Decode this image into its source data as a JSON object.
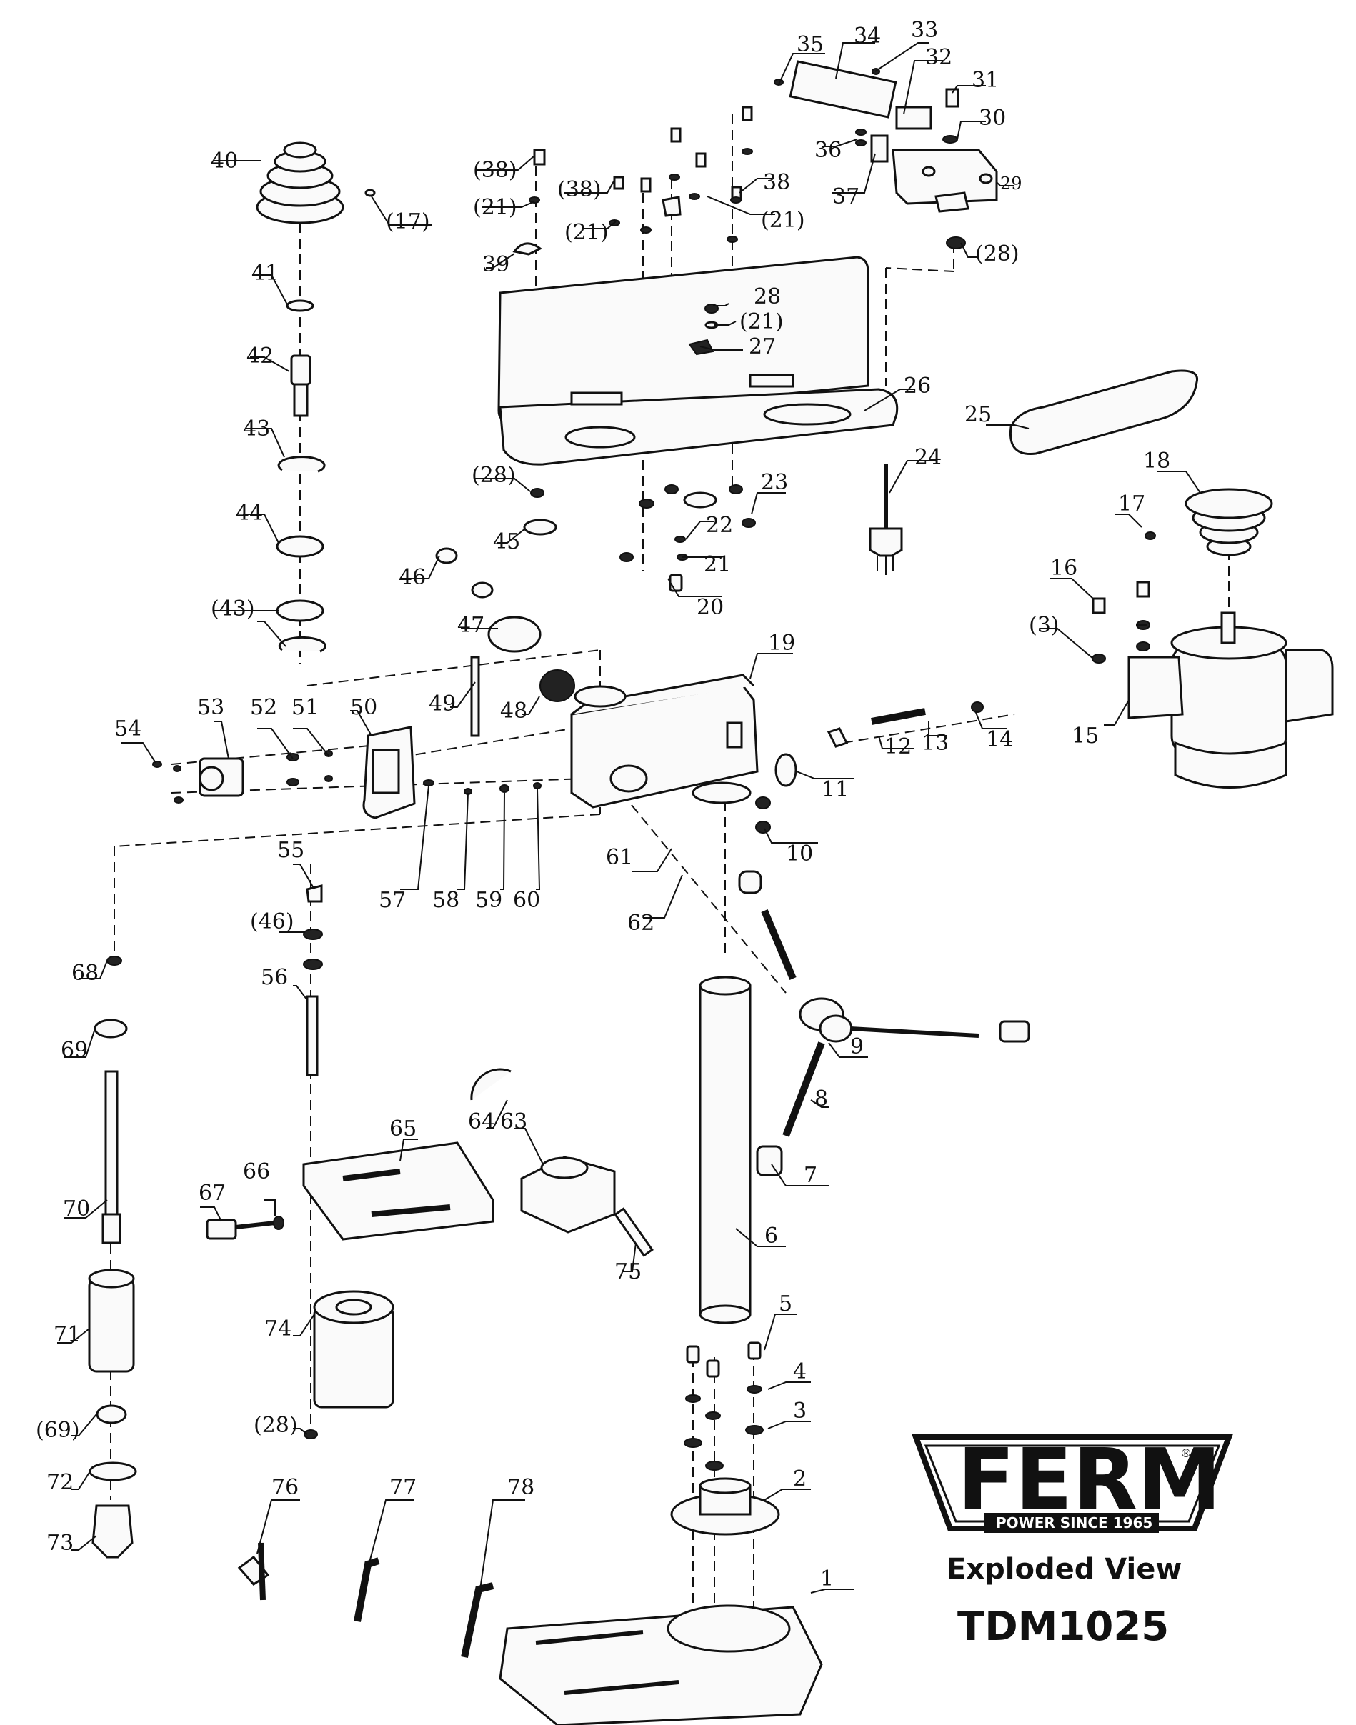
{
  "brand": {
    "name": "FERM",
    "tagline": "POWER SINCE 1965",
    "registered": "®"
  },
  "caption": "Exploded View",
  "model": "TDM1025",
  "labels": {
    "p1": "1",
    "p2": "2",
    "p3": "3",
    "p4": "4",
    "p5": "5",
    "p6": "6",
    "p7": "7",
    "p8": "8",
    "p9": "9",
    "p10": "10",
    "p11": "11",
    "p12": "12",
    "p13": "13",
    "p14": "14",
    "p15": "15",
    "p16": "16",
    "p17": "17",
    "p17b": "(17)",
    "p18": "18",
    "p19": "19",
    "p20": "20",
    "p21": "21",
    "p21a": "(21)",
    "p21b": "(21)",
    "p21c": "(21)",
    "p21d": "(21)",
    "p22": "22",
    "p23": "23",
    "p24": "24",
    "p25": "25",
    "p26": "26",
    "p27": "27",
    "p28": "28",
    "p28a": "(28)",
    "p28b": "(28)",
    "p28c": "(28)",
    "p29": "29",
    "p30": "30",
    "p31": "31",
    "p32": "32",
    "p33": "33",
    "p34": "34",
    "p35": "35",
    "p36": "36",
    "p37": "37",
    "p38": "38",
    "p38a": "(38)",
    "p38b": "(38)",
    "p39": "39",
    "p40": "40",
    "p41": "41",
    "p42": "42",
    "p43": "43",
    "p43b": "(43)",
    "p44": "44",
    "p45": "45",
    "p46": "46",
    "p46b": "(46)",
    "p47": "47",
    "p48": "48",
    "p49": "49",
    "p50": "50",
    "p51": "51",
    "p52": "52",
    "p53": "53",
    "p54": "54",
    "p55": "55",
    "p56": "56",
    "p57": "57",
    "p58": "58",
    "p59": "59",
    "p60": "60",
    "p61": "61",
    "p62": "62",
    "p63": "63",
    "p64": "64",
    "p65": "65",
    "p66": "66",
    "p67": "67",
    "p68": "68",
    "p69": "69",
    "p69b": "(69)",
    "p70": "70",
    "p71": "71",
    "p72": "72",
    "p73": "73",
    "p74": "74",
    "p75": "75",
    "p76": "76",
    "p77": "77",
    "p78": "78",
    "p3b": "(3)"
  }
}
